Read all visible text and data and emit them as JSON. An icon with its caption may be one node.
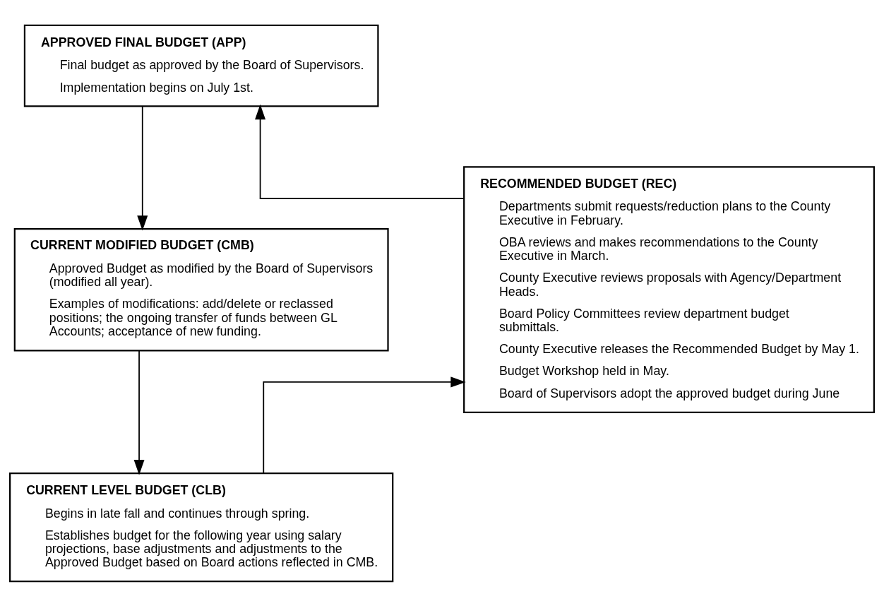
{
  "diagram": {
    "nodes": [
      {
        "text": [
          "APPROVED FINAL BUDGET (APP)",
          "Final budget as approved by the Board of Supervisors.",
          "Implementation begins on July 1st."
        ]
      },
      {
        "text": [
          "RECOMMENDED BUDGET (REC)",
          "Departments submit requests/reduction plans to the County Executive in February.",
          "OBA reviews and makes recommendations to the County Executive in March.",
          "County Executive reviews proposals with Agency/Department Heads.",
          "Board Policy Committees review department budget submittals.",
          "County Executive releases the Recommended Budget by May 1.",
          "Budget Workshop held in May.",
          "Board of Supervisors adopt the approved budget during June"
        ]
      },
      {
        "text": [
          "CURRENT MODIFIED BUDGET (CMB)",
          "Approved Budget as modified by the Board of Supervisors (modified all year).",
          "Examples of modifications: add/delete or reclassed positions; the ongoing transfer of funds between GL Accounts; acceptance of new funding."
        ]
      },
      {
        "text": [
          "CURRENT LEVEL BUDGET (CLB)",
          "Begins in late fall and continues through spring.",
          "Establishes budget for the following year using salary projections, base adjustments and adjustments to the Approved Budget based on Board actions reflected in CMB."
        ]
      }
    ],
    "edges": [
      {
        "from": 1,
        "to": 0,
        "arrow": "to"
      },
      {
        "from": 0,
        "to": 2,
        "arrow": "to"
      },
      {
        "from": 2,
        "to": 3,
        "arrow": "to"
      },
      {
        "from": 3,
        "to": 1,
        "arrow": "to"
      }
    ]
  }
}
